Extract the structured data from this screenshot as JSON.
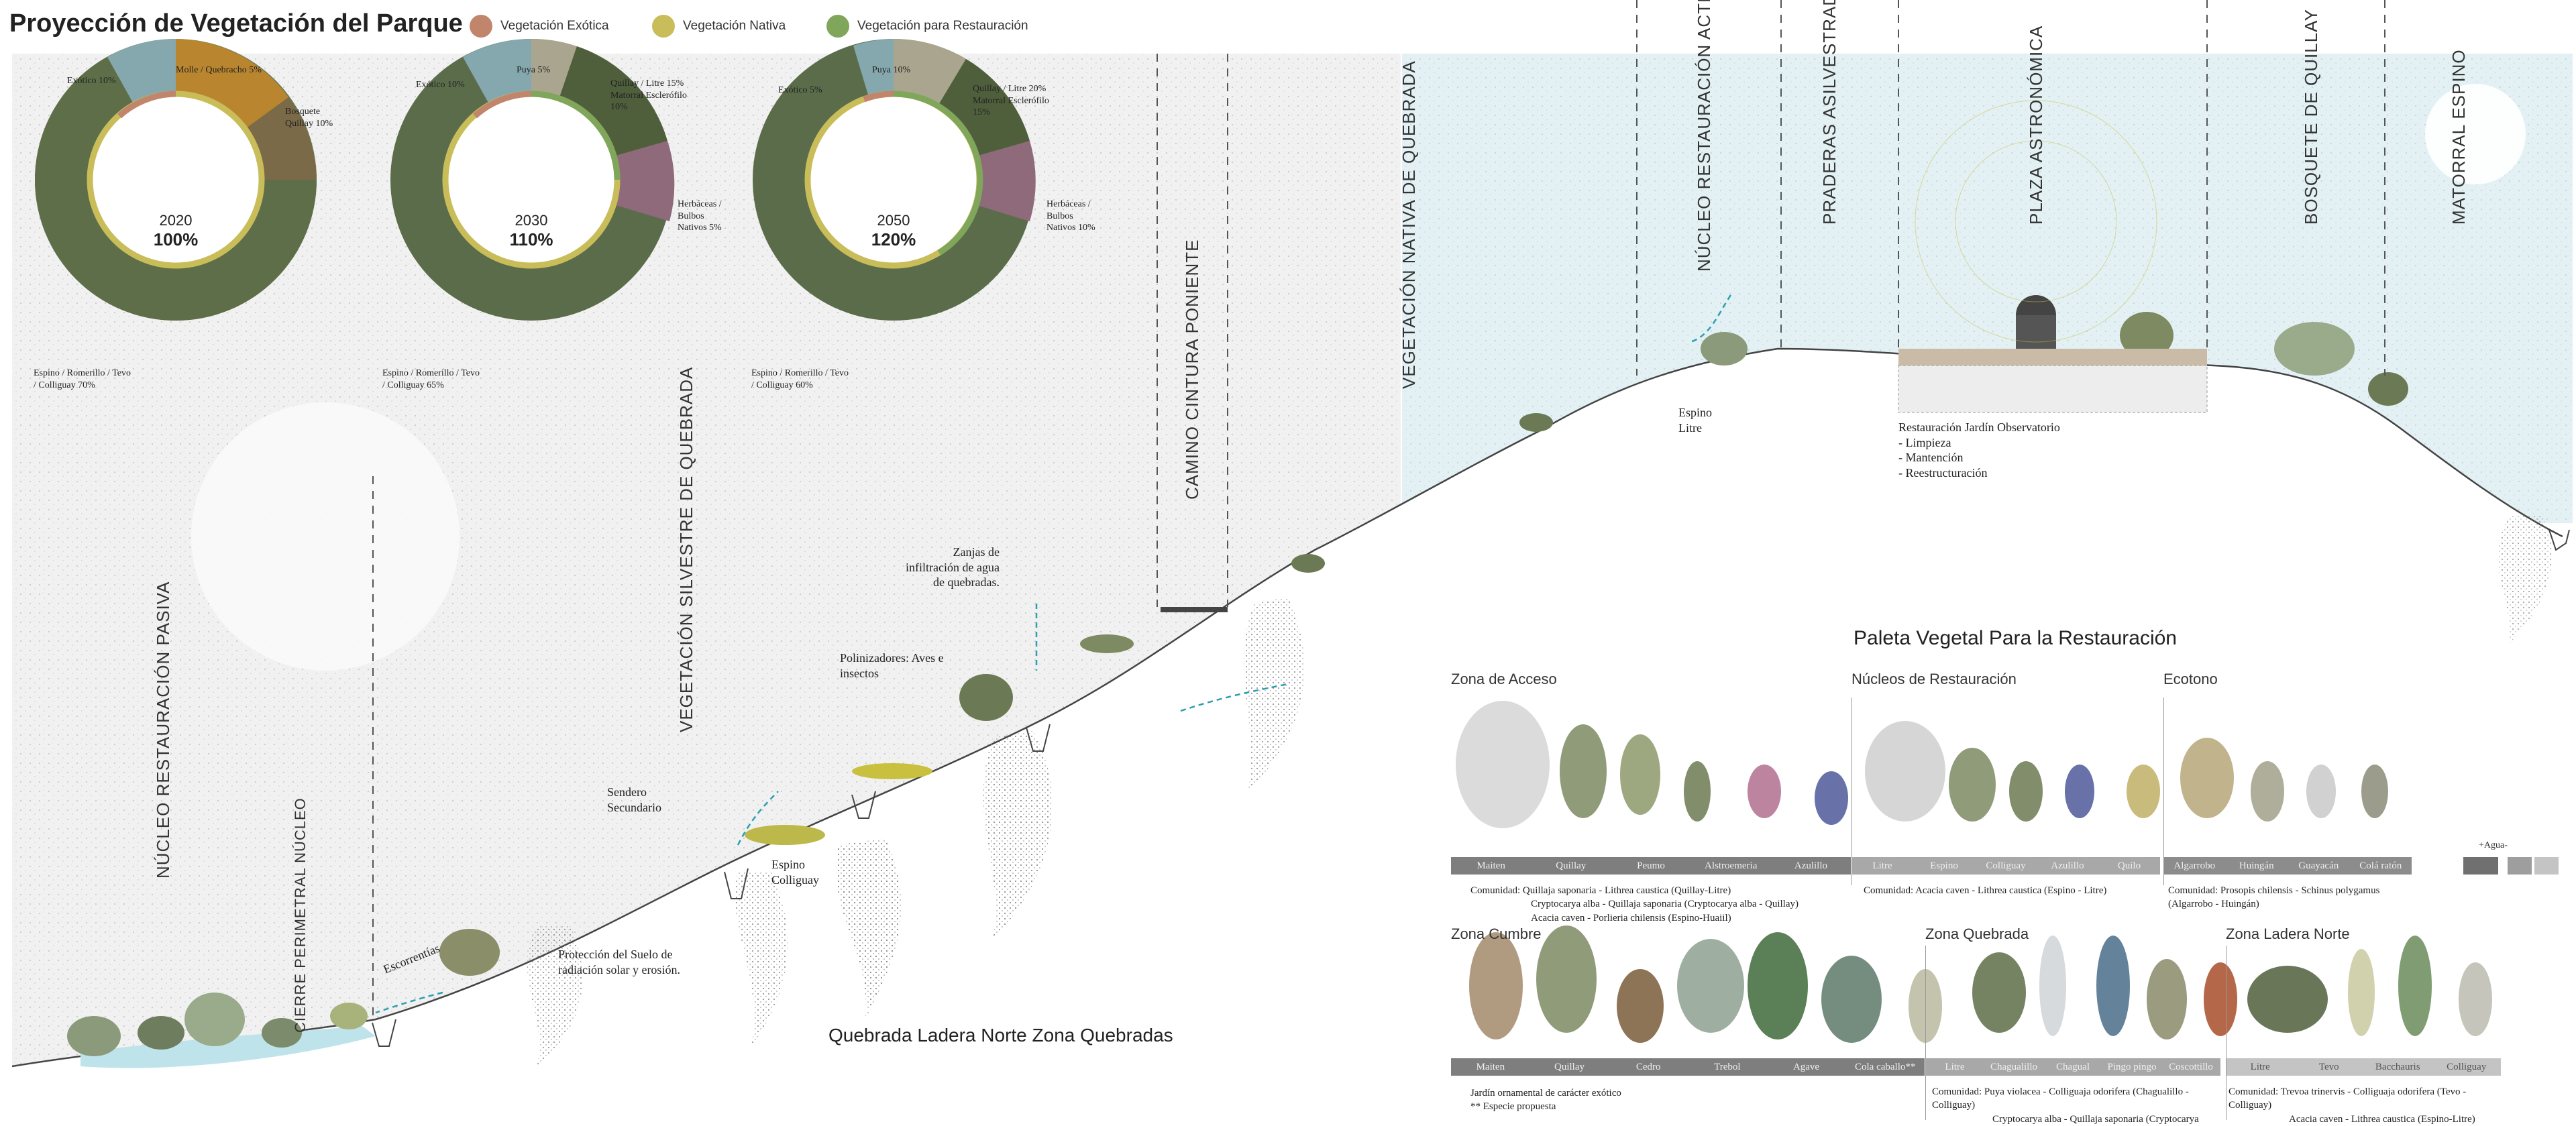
{
  "header": {
    "title": "Proyección de Vegetación del Parque",
    "legend": [
      {
        "label": "Vegetación Exótica",
        "color": "#c0856a"
      },
      {
        "label": "Vegetación Nativa",
        "color": "#c9bd5a"
      },
      {
        "label": "Vegetación para Restauración",
        "color": "#7fa65a"
      }
    ]
  },
  "donuts": [
    {
      "year": "2020",
      "percent": "100%",
      "labels": {
        "exotic": "Exótico 10%",
        "top": "Molle / Quebracho 5%",
        "right": "Bosquete Quillay 10%",
        "bottom": "Espino / Romerillo / Tevo / Colliguay 70%"
      }
    },
    {
      "year": "2030",
      "percent": "110%",
      "labels": {
        "exotic": "Exótico 10%",
        "top": "Puya 5%",
        "right": "Quillay / Litre 15% Matorral Esclerófilo 10%",
        "right2": "Herbáceas / Bulbos Nativos 5%",
        "bottom": "Espino / Romerillo / Tevo / Colliguay 65%"
      }
    },
    {
      "year": "2050",
      "percent": "120%",
      "labels": {
        "exotic": "Exótico 5%",
        "top": "Puya 10%",
        "right": "Quillay / Litre 20% Matorral Esclerófilo 15%",
        "right2": "Herbáceas / Bulbos Nativos 10%",
        "bottom": "Espino / Romerillo / Tevo / Colliguay 60%"
      }
    }
  ],
  "section": {
    "vertical_labels": [
      "NÚCLEO RESTAURACIÓN PASIVA",
      "CIERRE PERIMETRAL NÚCLEO",
      "VEGETACIÓN SILVESTRE DE QUEBRADA",
      "CAMINO CINTURA PONIENTE",
      "VEGETACIÓN NATIVA DE QUEBRADA",
      "NÚCLEO RESTAURACIÓN ACTIVO",
      "PRADERAS ASILVESTRADAS",
      "PLAZA ASTRONÓMICA",
      "BOSQUETE DE QUILLAY",
      "MATORRAL ESPINO"
    ],
    "notes": {
      "escorrentias": "Escorrentías",
      "proteccion": "Protección del Suelo de radiación solar y erosión.",
      "sendero": "Sendero Secundario",
      "espino_colliguay": "Espino Colliguay",
      "polinizadores": "Polinizadores: Aves e insectos",
      "zanjas": "Zanjas de infiltración de agua de quebradas.",
      "espino_litre": "Espino Litre",
      "restauracion_title": "Restauración Jardín Observatorio",
      "restauracion_items": [
        "- Limpieza",
        "- Mantención",
        "- Reestructuración"
      ]
    },
    "caption": "Quebrada Ladera Norte Zona Quebradas"
  },
  "palette": {
    "title": "Paleta Vegetal Para la Restauración",
    "water_label": "+Agua-",
    "zones": [
      {
        "name": "Zona de Acceso",
        "species": [
          "Maiten",
          "Quillay",
          "Peumo",
          "Alstroemeria",
          "Azulillo"
        ],
        "community": [
          "Comunidad: Quillaja saponaria - Lithrea caustica (Quillay-Litre)",
          "Cryptocarya alba - Quillaja saponaria (Cryptocarya alba - Quillay)",
          "Acacia caven - Porlieria chilensis (Espino-Huaiil)"
        ]
      },
      {
        "name": "Núcleos de Restauración",
        "species": [
          "Litre",
          "Espino",
          "Colliguay",
          "Azulillo",
          "Quilo"
        ],
        "community": [
          "Comunidad: Acacia caven - Lithrea caustica (Espino - Litre)"
        ]
      },
      {
        "name": "Ecotono",
        "species": [
          "Algarrobo",
          "Huingán",
          "Guayacán",
          "Colá ratón"
        ],
        "community": [
          "Comunidad: Prosopis chilensis - Schinus polygamus",
          "(Algarrobo - Huingán)"
        ]
      },
      {
        "name": "Zona Cumbre",
        "species": [
          "Maiten",
          "Quillay",
          "Cedro",
          "Trebol",
          "Agave",
          "Cola caballo**"
        ],
        "community": [
          "Jardín ornamental de carácter exótico",
          "** Especie propuesta"
        ]
      },
      {
        "name": "Zona Quebrada",
        "species": [
          "Litre",
          "Chagualillo",
          "Chagual",
          "Pingo pingo",
          "Coscottillo"
        ],
        "community": [
          "Comunidad: Puya violacea - Colliguaja odorifera (Chagualillo - Colliguay)",
          "Cryptocarya alba - Quillaja saponaria (Cryptocarya"
        ]
      },
      {
        "name": "Zona Ladera Norte",
        "species": [
          "Litre",
          "Tevo",
          "Bacchauris",
          "Colliguay"
        ],
        "community": [
          "Comunidad: Trevoa trinervis - Colliguaja odorifera (Tevo - Colliguay)",
          "Acacia caven - Lithrea caustica (Espino-Litre)"
        ]
      }
    ]
  }
}
